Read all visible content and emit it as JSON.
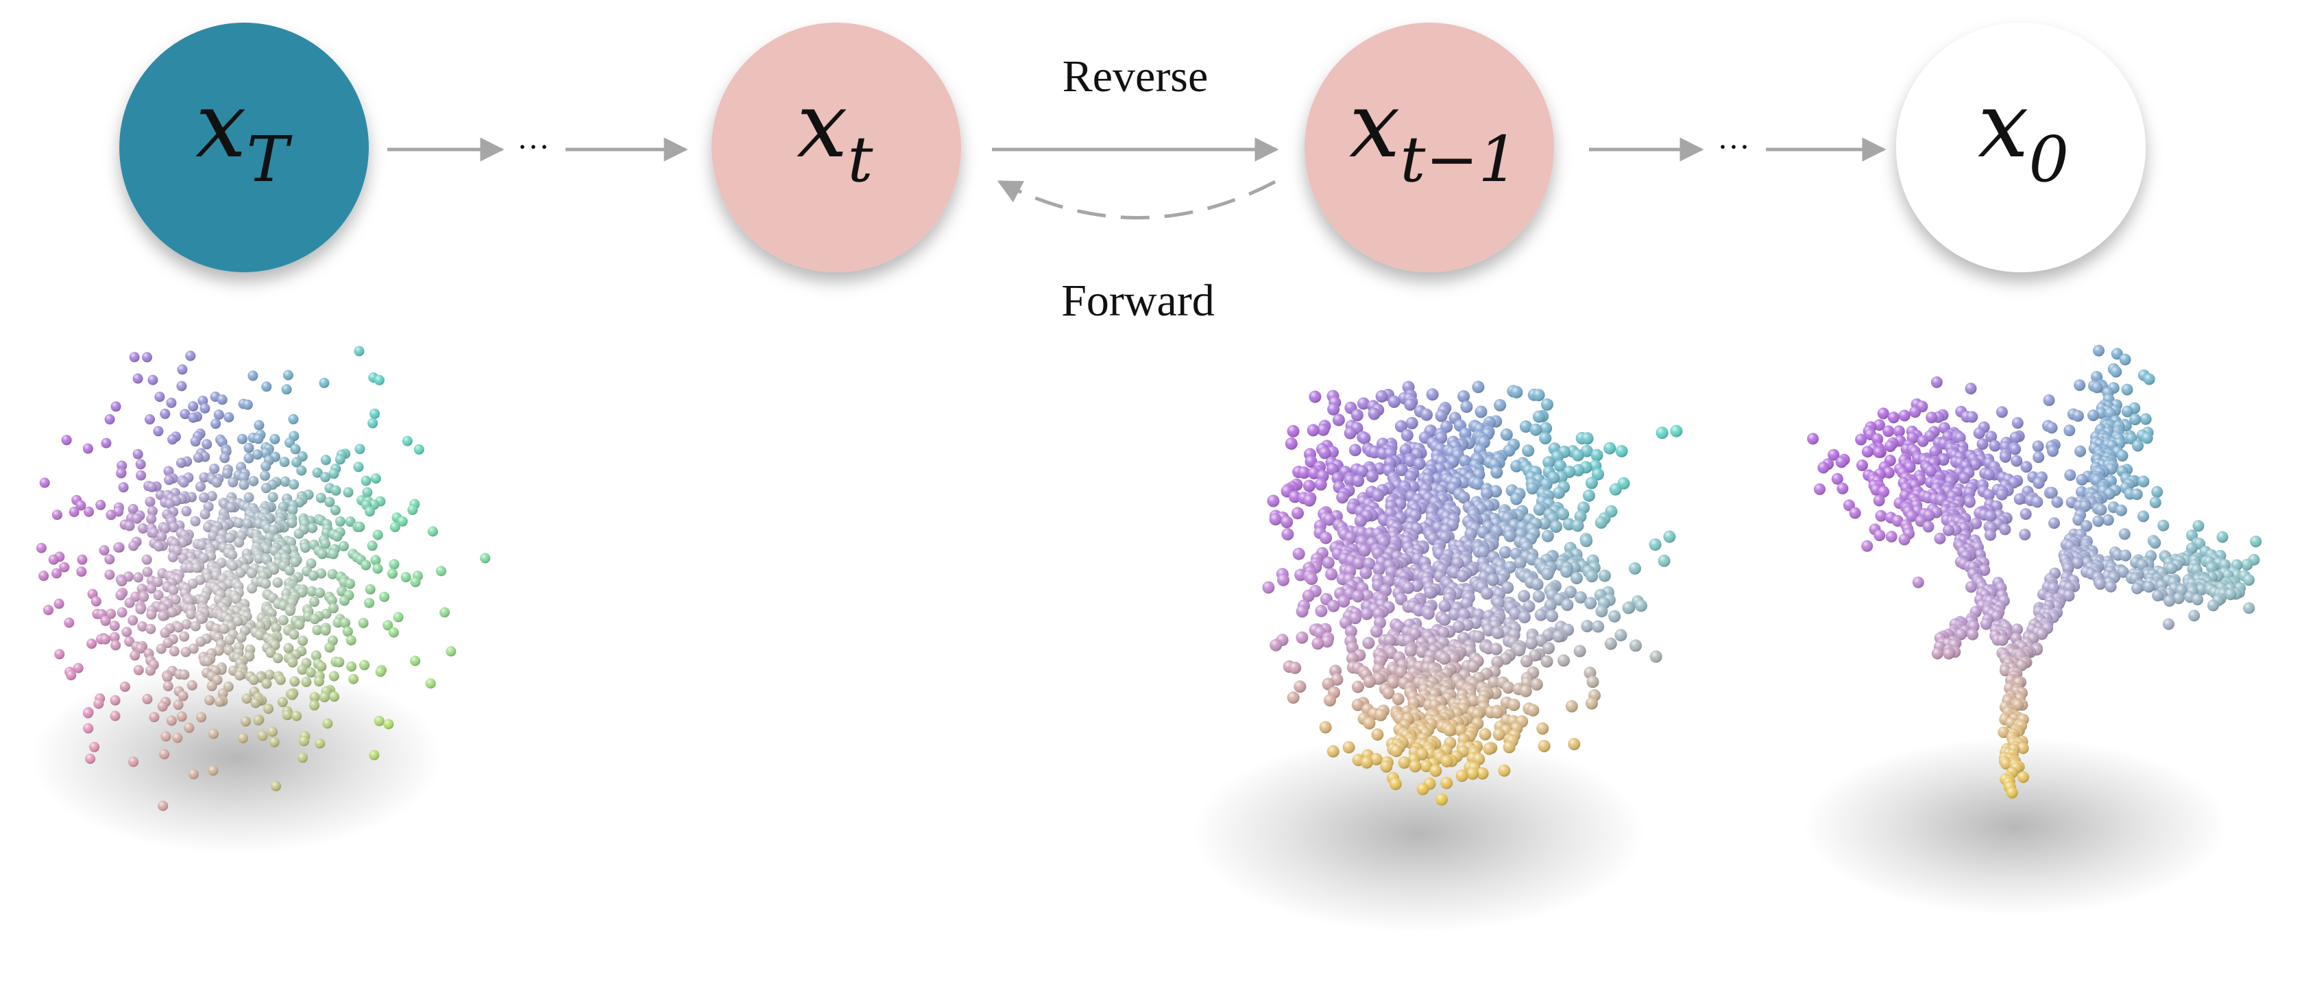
{
  "diagram": {
    "nodes": [
      {
        "id": "xT",
        "base": "x",
        "sub": "T",
        "fill": "#2e8aa4"
      },
      {
        "id": "xt",
        "base": "x",
        "sub": "t",
        "fill": "#ecc0bb"
      },
      {
        "id": "xt1",
        "base": "x",
        "sub": "t−1",
        "fill": "#ecc0bb"
      },
      {
        "id": "x0",
        "base": "x",
        "sub": "0",
        "fill": "#ffffff"
      }
    ],
    "edges": {
      "reverse_label": "Reverse",
      "forward_label": "Forward",
      "ellipsis": "···",
      "arrow_color": "#a6a6a6"
    },
    "point_clouds": [
      {
        "id": "noise-cloud",
        "stage": "x_T",
        "shape": "gaussian-noise"
      },
      {
        "id": "partial-cloud",
        "stage": "x_t-1",
        "shape": "partially-denoised-tree"
      },
      {
        "id": "tree-cloud",
        "stage": "x_0",
        "shape": "clean-tree"
      }
    ]
  }
}
